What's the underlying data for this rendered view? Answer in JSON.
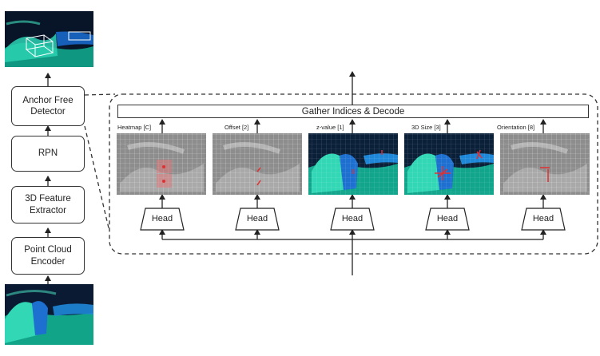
{
  "left_pipeline": {
    "anchor_free_detector": "Anchor Free\nDetector",
    "rpn": "RPN",
    "feature_extractor": "3D Feature\nExtractor",
    "point_cloud_encoder": "Point Cloud\nEncoder"
  },
  "gather_decode": "Gather Indices & Decode",
  "heads": [
    {
      "output_label": "Heatmap [C]",
      "head_label": "Head"
    },
    {
      "output_label": "Offset [2]",
      "head_label": "Head"
    },
    {
      "output_label": "z-value [1]",
      "head_label": "Head"
    },
    {
      "output_label": "3D Size [3]",
      "head_label": "Head"
    },
    {
      "output_label": "Orientation [8]",
      "head_label": "Head"
    }
  ],
  "colors": {
    "point_cloud_teal": "#19c3a0",
    "point_cloud_blue": "#1d6fd0",
    "heatmap_red": "#e03030",
    "grid_gray": "#9a9a9a"
  }
}
